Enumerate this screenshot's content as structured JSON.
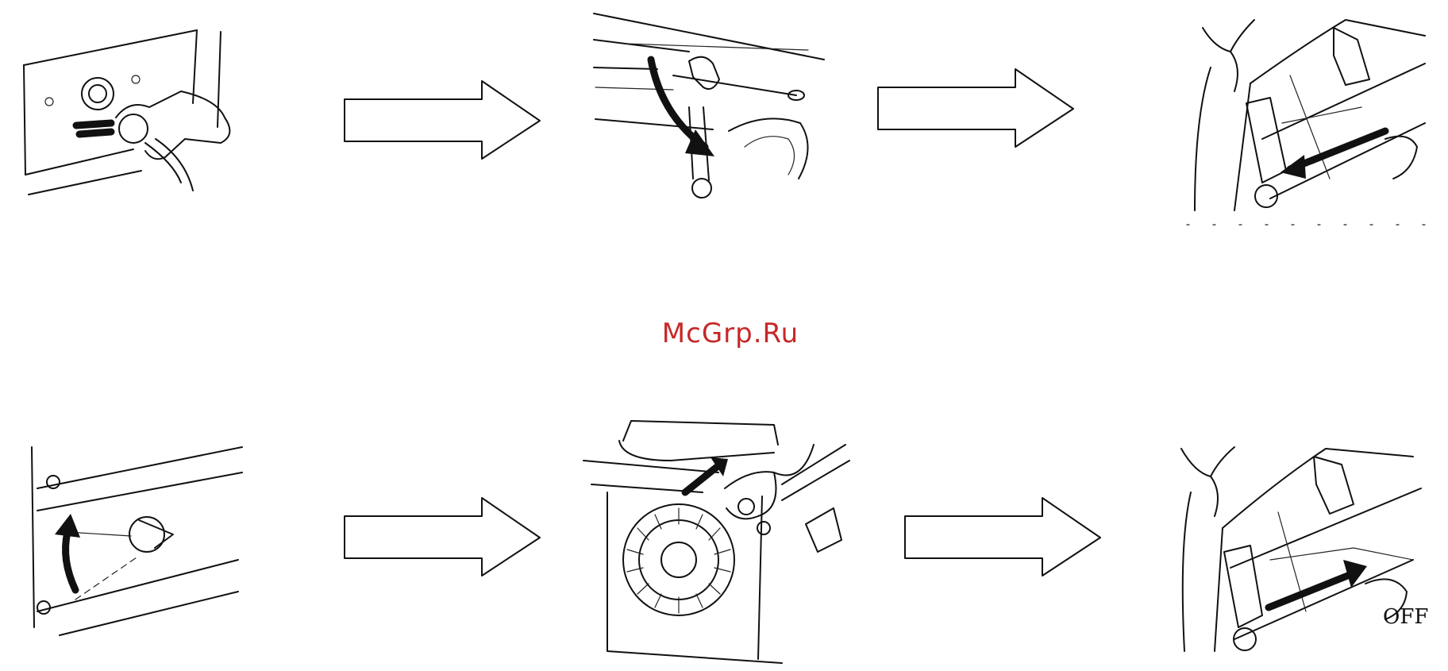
{
  "watermark": "McGrp.Ru",
  "steps": [
    {
      "id": "plug-disconnect",
      "row": 1
    },
    {
      "id": "fuel-valve-close",
      "row": 1
    },
    {
      "id": "choke-lever-move",
      "row": 1
    },
    {
      "id": "switch-rotate",
      "row": 2
    },
    {
      "id": "recoil-pull",
      "row": 2
    },
    {
      "id": "engine-switch-off",
      "row": 2,
      "label": "OFF"
    }
  ],
  "colors": {
    "line": "#111111",
    "watermark": "#c62828",
    "background": "#ffffff"
  },
  "icons": [
    "right-arrow-icon",
    "right-arrow-icon",
    "right-arrow-icon",
    "right-arrow-icon"
  ]
}
